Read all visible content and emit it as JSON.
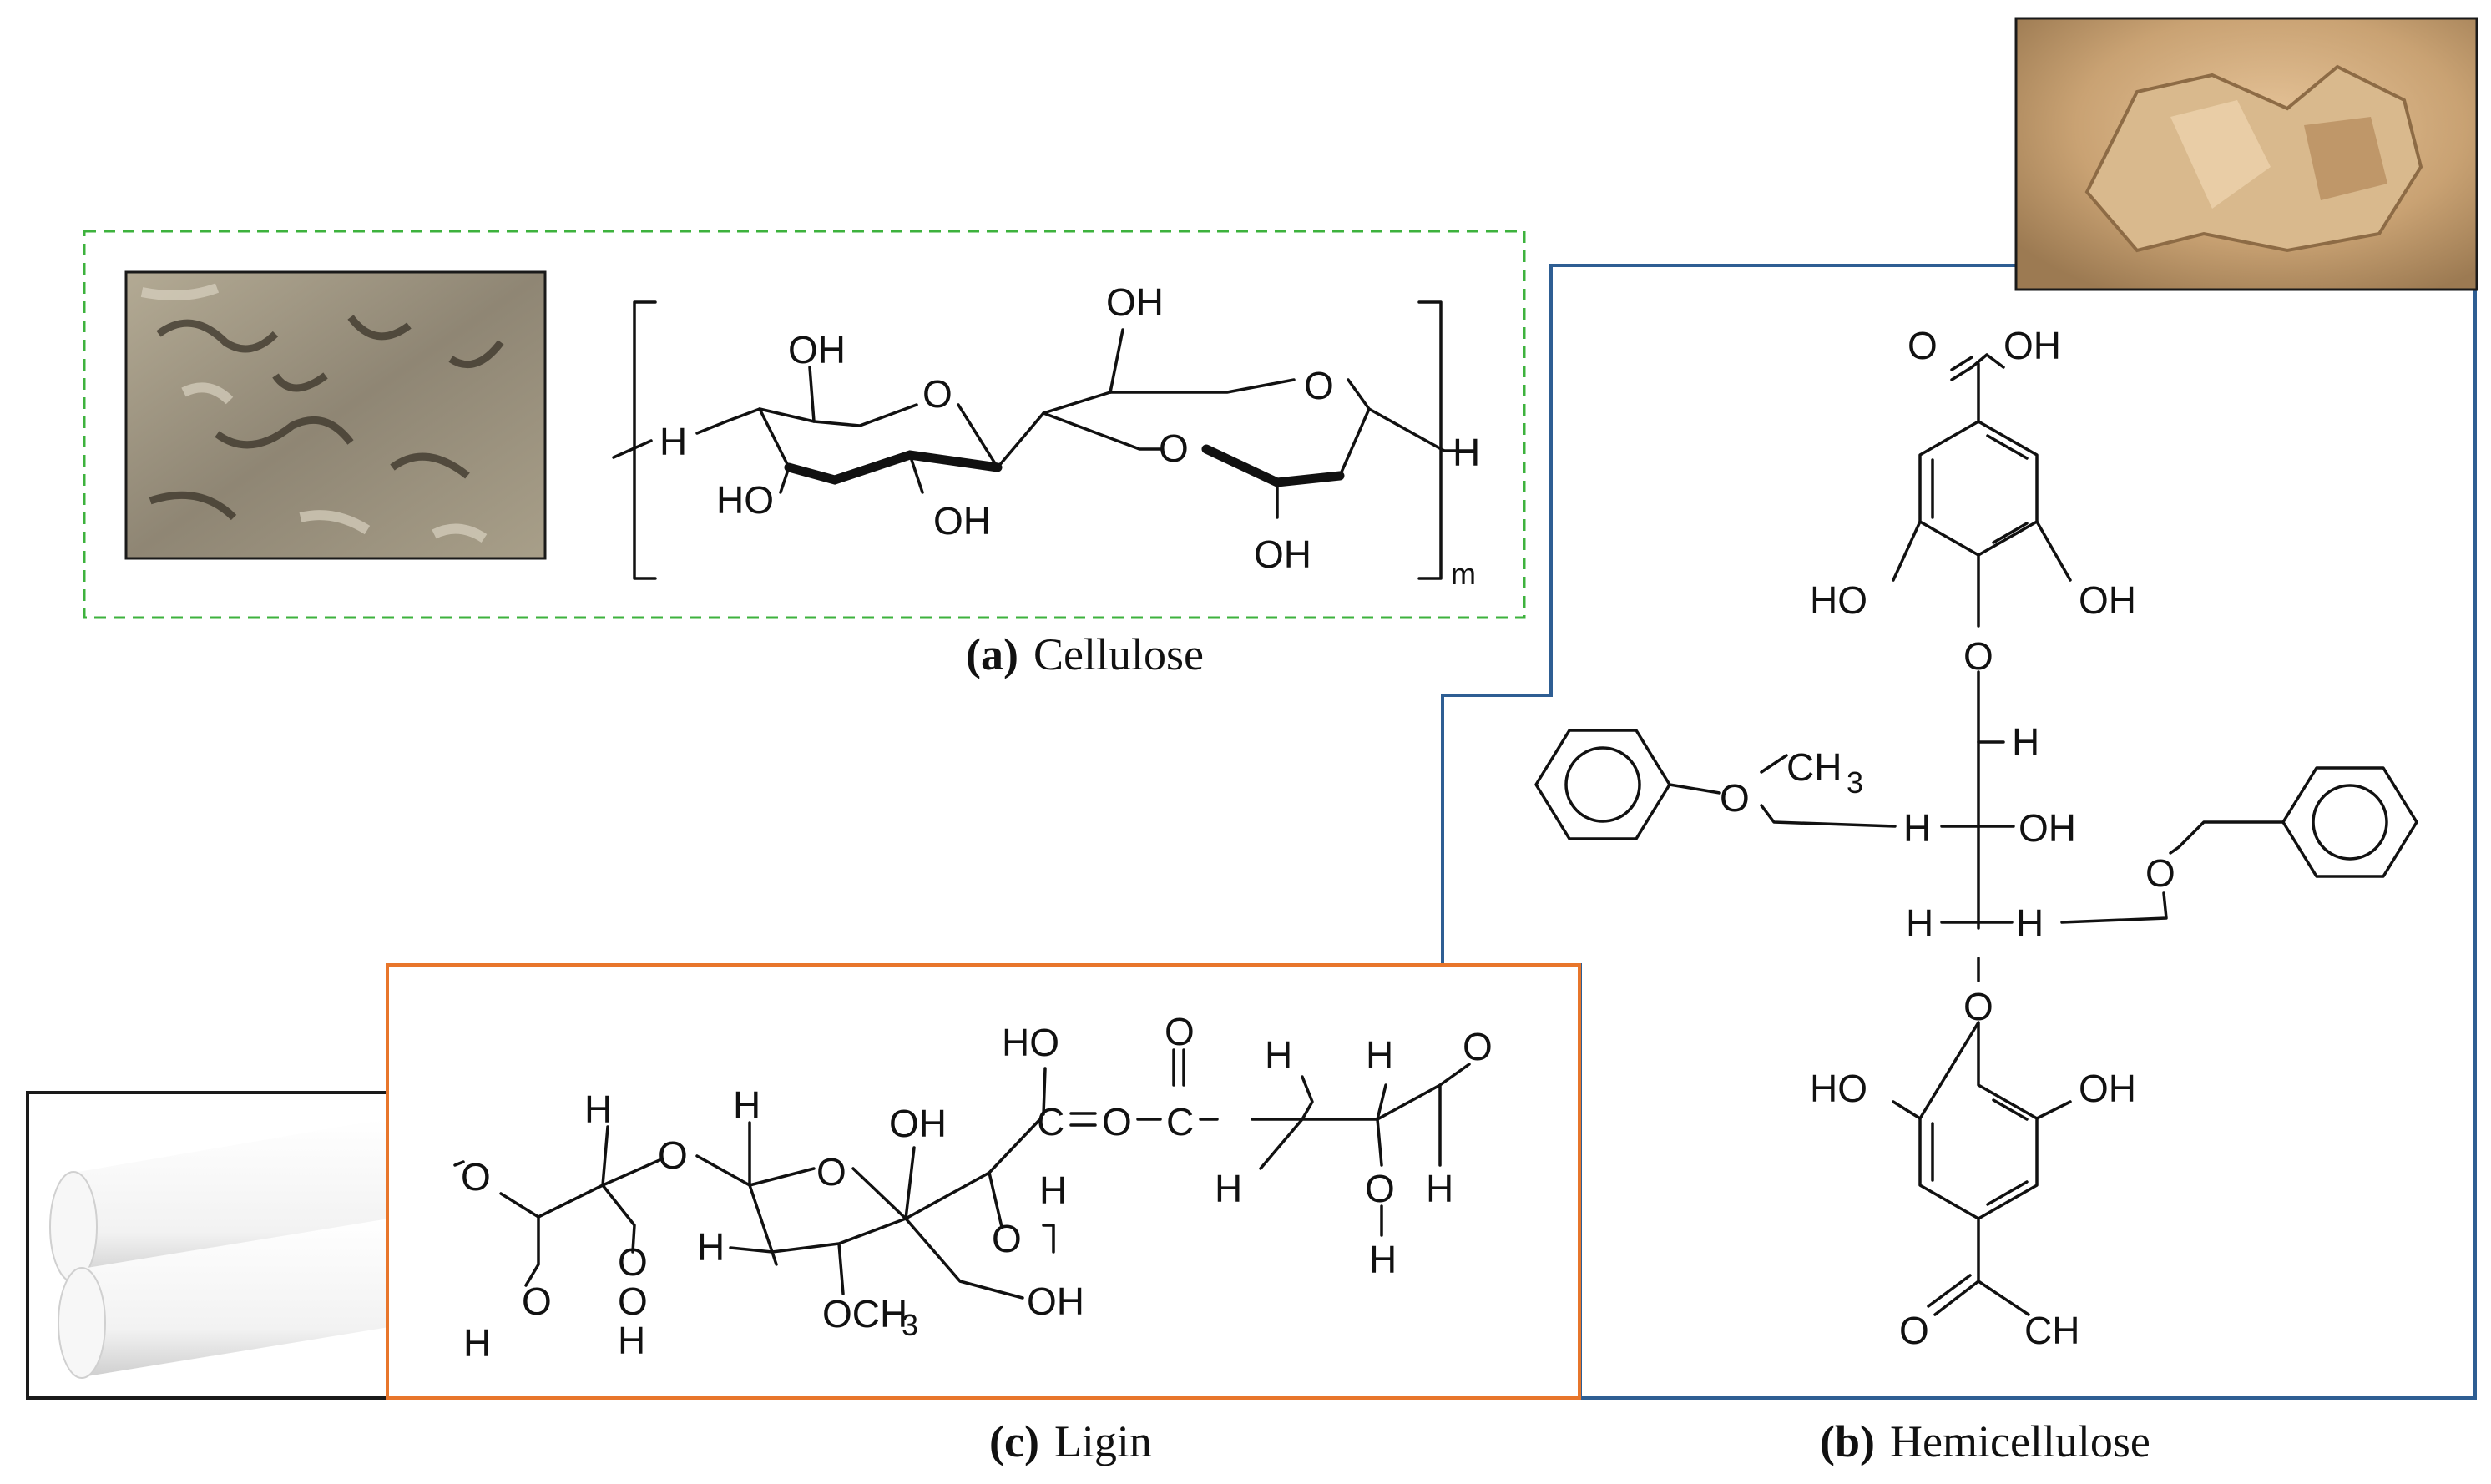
{
  "captions": {
    "a": {
      "letter": "(a)",
      "name": "Cellulose"
    },
    "b": {
      "letter": "(b)",
      "name": "Hemicellulose"
    },
    "c": {
      "letter": "(c)",
      "name": "Ligin"
    }
  },
  "colors": {
    "cellulose_frame": "#3db23d",
    "hemicellulose_frame": "#2e5e93",
    "ligin_frame": "#e8762b",
    "photo_frame": "#1a1a1a"
  },
  "cellulose": {
    "labels": {
      "oh_ch2": "OH",
      "oh_top": "OH",
      "o_ring1": "O",
      "o_bridge": "O",
      "o_ring2": "O",
      "h_left": "H",
      "h_right": "H",
      "ho_left": "HO",
      "oh_bottom1": "OH",
      "oh_bottom2": "OH",
      "repeat": "m"
    }
  },
  "hemicellulose": {
    "labels": {
      "o_acid": "O",
      "oh_acid": "OH",
      "ho_1": "HO",
      "oh_1": "OH",
      "o_1": "O",
      "h_1": "H",
      "ch3": "CH",
      "ch3_sub": "3",
      "o_methoxy": "O",
      "h_2": "H",
      "oh_2": "OH",
      "o_benzyl": "O",
      "h_3": "H",
      "h_4": "H",
      "o_2": "O",
      "ho_2": "HO",
      "oh_3": "OH",
      "o_ald": "O",
      "ch_ald": "CH"
    }
  },
  "ligin": {
    "labels": {
      "o_l1": "O",
      "h_l1": "H",
      "o_l2": "O",
      "h_l2": "H",
      "o_l3": "O",
      "oh_l1": "OH",
      "ho_l1": "HO",
      "o_l4": "O",
      "c_l1": "C",
      "o_l5": "O",
      "c_l2": "C",
      "h_l3": "H",
      "h_l4": "H",
      "o_l6": "O",
      "h_l5": "H",
      "o_l7": "O",
      "h_l6": "H",
      "h_l7": "H",
      "o_l8": "O",
      "h_l8": "H",
      "o_l9": "O",
      "h_l9": "H",
      "o_l10": "O",
      "och3": "OCH",
      "och3_sub": "3",
      "oh_l2": "OH",
      "h_l10": "H",
      "h_l11": "H",
      "o_l11": "O"
    }
  }
}
